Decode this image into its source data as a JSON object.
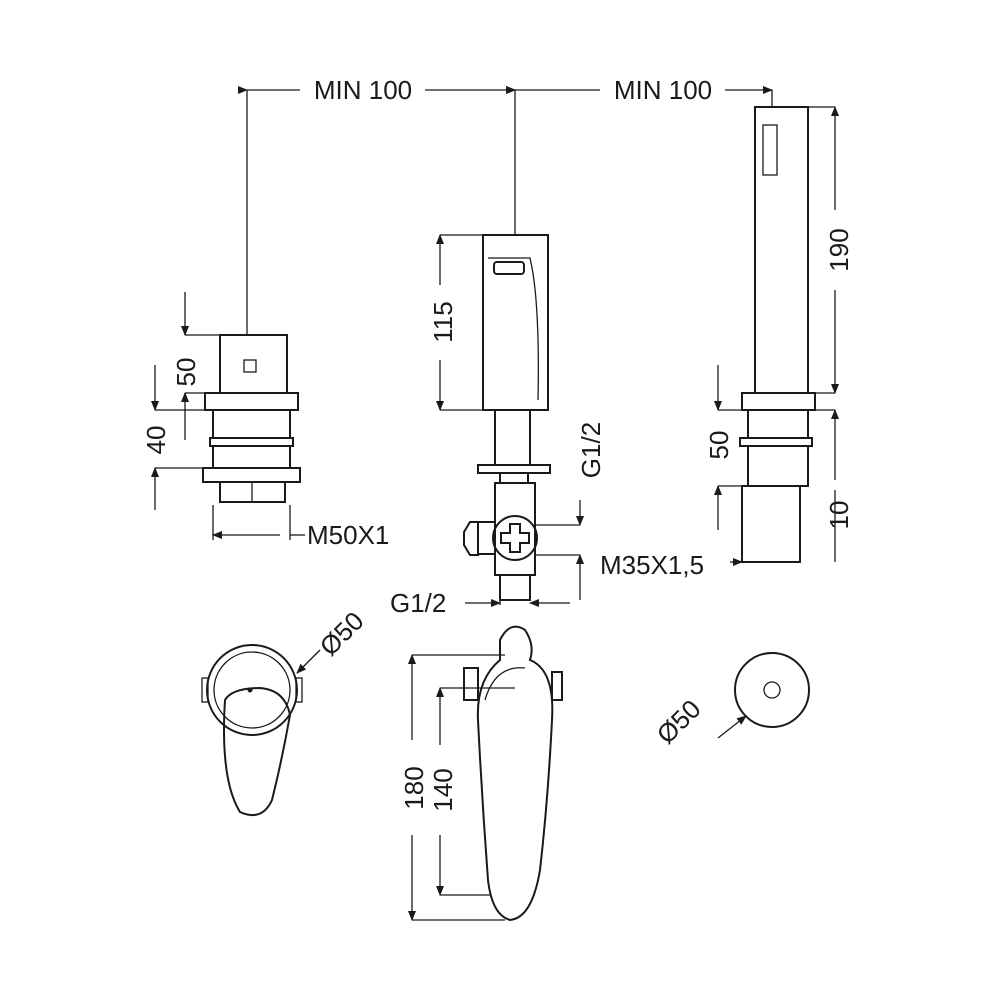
{
  "labels": {
    "top_left_min": "MIN 100",
    "top_right_min": "MIN 100",
    "left_height_50": "50",
    "left_height_40": "40",
    "left_thread": "M50X1",
    "spout_height": "115",
    "valve_inlet_top": "G1/2",
    "valve_inlet_bottom": "G1/2",
    "shower_thread": "M35X1,5",
    "shower_height_190": "190",
    "shower_height_50": "50",
    "shower_height_10": "10",
    "left_diameter": "Ø50",
    "lever_height_180": "180",
    "lever_height_140": "140",
    "right_diameter": "Ø50"
  },
  "colors": {
    "line": "#1a1a1a",
    "background": "#ffffff"
  }
}
